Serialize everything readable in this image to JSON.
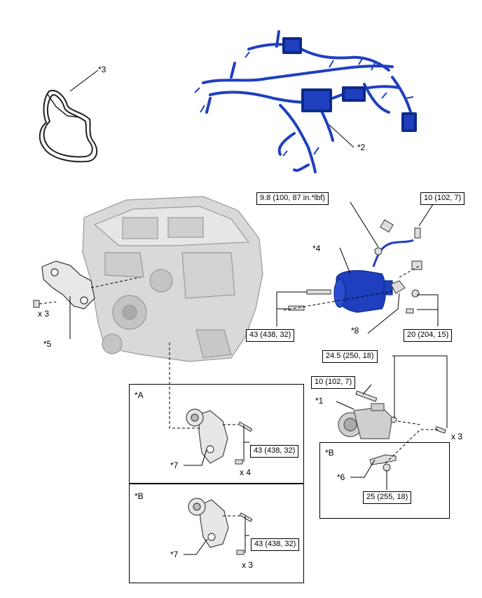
{
  "labels": {
    "c1": "*1",
    "c2": "*2",
    "c3": "*3",
    "c4": "*4",
    "c5": "*5",
    "c6": "*6",
    "c7a": "*7",
    "c7b": "*7",
    "c8": "*8",
    "ca": "*A",
    "cb_left": "*B",
    "cb_right": "*B"
  },
  "torques": {
    "t1": "9.8 (100, 87 in.*lbf)",
    "t2": "10 (102, 7)",
    "t3": "43 (438, 32)",
    "t4": "20 (204, 15)",
    "t5": "24.5 (250, 18)",
    "t6": "10 (102, 7)",
    "t7": "43 (438, 32)",
    "t8": "25 (255, 18)",
    "t9": "43 (438, 32)"
  },
  "quantities": {
    "q1": "x 3",
    "q2": "x 4",
    "q3": "x 3",
    "q4": "x 3"
  },
  "colors": {
    "harness": "#1f3fbf",
    "harness_dark": "#0c2a8a",
    "engine": "#b8b8b8",
    "line": "#000000"
  }
}
